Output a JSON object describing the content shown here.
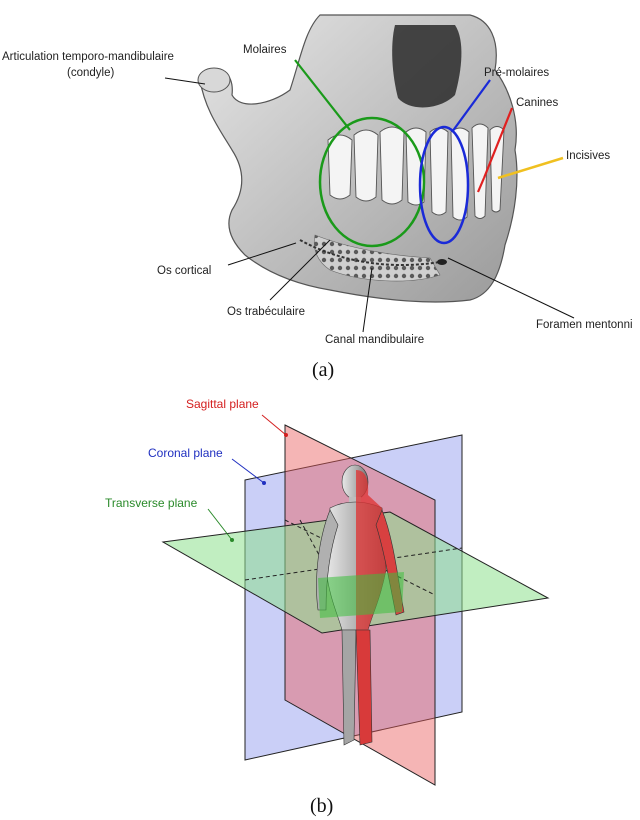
{
  "panel_a": {
    "caption": "(a)",
    "labels": {
      "articulation_line1": "Articulation temporo-mandibulaire",
      "articulation_line2": "(condyle)",
      "molaires": "Molaires",
      "pre_molaires": "Pré-molaires",
      "canines": "Canines",
      "incisives": "Incisives",
      "os_cortical": "Os cortical",
      "os_trabeculaire": "Os trabéculaire",
      "canal_mandibulaire": "Canal mandibulaire",
      "foramen_mentonnier": "Foramen mentonni"
    },
    "colors": {
      "molaires": "#1a9a1a",
      "pre_molaires": "#1a2ad8",
      "canines": "#e02020",
      "incisives": "#f0c020",
      "leader": "#111111"
    }
  },
  "panel_b": {
    "caption": "(b)",
    "labels": {
      "sagittal": "Sagittal plane",
      "coronal": "Coronal plane",
      "transverse": "Transverse plane"
    },
    "colors": {
      "sagittal": "#e85a5a",
      "coronal": "#9fa8f0",
      "transverse": "#8ee08e",
      "sagittal_text": "#d42020",
      "coronal_text": "#2030c0",
      "transverse_text": "#2a8a2a"
    }
  }
}
